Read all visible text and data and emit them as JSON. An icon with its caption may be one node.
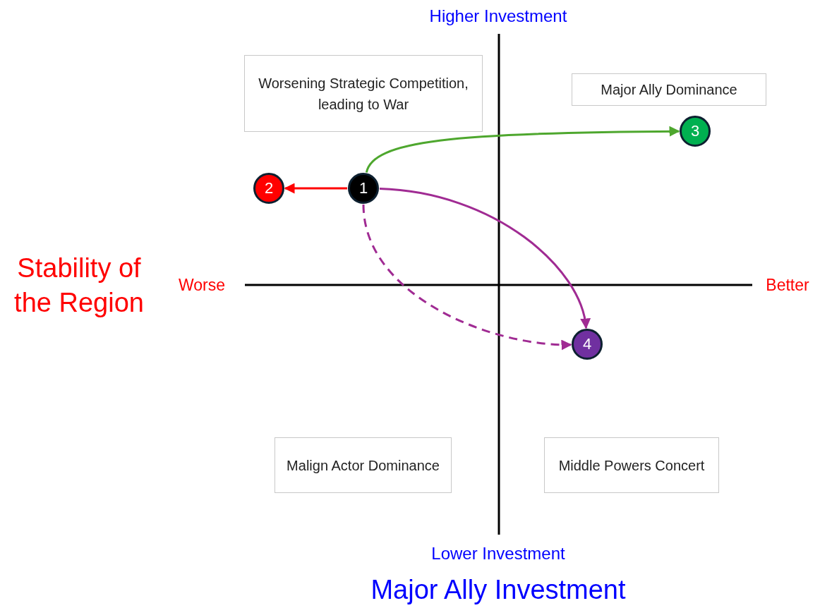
{
  "diagram": {
    "nodes": [
      {
        "text": [
          "Worsening Strategic Competition, leading to War"
        ]
      },
      {
        "text": [
          "Major Ally Dominance"
        ]
      },
      {
        "text": [
          "Malign Actor Dominance"
        ]
      },
      {
        "text": [
          "Middle Powers Concert"
        ]
      },
      {
        "text": [
          "1"
        ]
      },
      {
        "text": [
          "2"
        ]
      },
      {
        "text": [
          "3"
        ]
      },
      {
        "text": [
          "4"
        ]
      }
    ],
    "edges": [
      {
        "from": 4,
        "to": 5,
        "arrow": "to",
        "color": "#ff0000"
      },
      {
        "from": 4,
        "to": 6,
        "arrow": "to",
        "color": "#4ea72e"
      },
      {
        "from": 4,
        "to": 7,
        "arrow": "to",
        "color": "#a02b93"
      },
      {
        "from": 4,
        "to": 7,
        "arrow": "to",
        "style": "dashed",
        "color": "#a02b93"
      }
    ],
    "labels": [
      "Higher Investment",
      "Stability of the Region",
      "Worse",
      "Better",
      "Lower Investment",
      "Major Ally Investment"
    ]
  }
}
